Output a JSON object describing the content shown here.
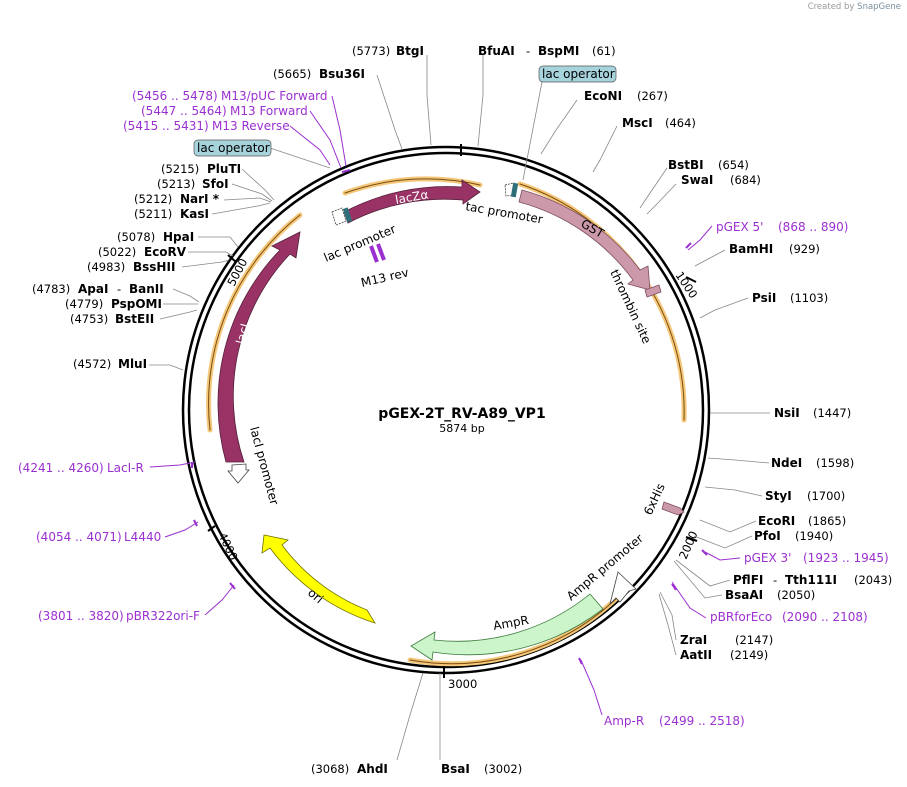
{
  "credit": {
    "prefix": "Created by",
    "brand": "SnapGene"
  },
  "plasmid": {
    "name": "pGEX-2T_RV-A89_VP1",
    "length": "5874 bp"
  },
  "ticks": [
    "1000",
    "2000",
    "3000",
    "4000",
    "5000"
  ],
  "features": {
    "lacZa": "lacZα",
    "lac_promoter": "lac promoter",
    "tac_promoter": "tac promoter",
    "gst": "GST",
    "thrombin": "thrombin site",
    "his": "6xHis",
    "lacI": "lacI",
    "lacI_promoter": "lacI promoter",
    "ori": "ori",
    "ampR": "AmpR",
    "ampR_promoter": "AmpR promoter",
    "m13rev": "M13 rev",
    "lac_operator_1": "lac operator",
    "lac_operator_2": "lac operator"
  },
  "sites": {
    "btgi": {
      "pos": "(5773)",
      "name": "BtgI"
    },
    "bfuai": {
      "name": "BfuAI",
      "sep": "-",
      "name2": "BspMI",
      "pos": "(61)"
    },
    "bsu36i": {
      "pos": "(5665)",
      "name": "Bsu36I"
    },
    "econi": {
      "name": "EcoNI",
      "pos": "(267)"
    },
    "msci": {
      "name": "MscI",
      "pos": "(464)"
    },
    "bstbi": {
      "name": "BstBI",
      "pos": "(654)"
    },
    "swai": {
      "name": "SwaI",
      "pos": "(684)"
    },
    "bamhi": {
      "name": "BamHI",
      "pos": "(929)"
    },
    "psii": {
      "name": "PsiI",
      "pos": "(1103)"
    },
    "nsii": {
      "name": "NsiI",
      "pos": "(1447)"
    },
    "ndei": {
      "name": "NdeI",
      "pos": "(1598)"
    },
    "styi": {
      "name": "StyI",
      "pos": "(1700)"
    },
    "ecori": {
      "name": "EcoRI",
      "pos": "(1865)"
    },
    "pfoi": {
      "name": "PfoI",
      "pos": "(1940)"
    },
    "pflfi": {
      "name": "PflFI",
      "sep": "-",
      "name2": "Tth111I",
      "pos": "(2043)"
    },
    "bsaai": {
      "name": "BsaAI",
      "pos": "(2050)"
    },
    "zrai": {
      "name": "ZraI",
      "pos": "(2147)"
    },
    "aatii": {
      "name": "AatII",
      "pos": "(2149)"
    },
    "bsai": {
      "name": "BsaI",
      "pos": "(3002)"
    },
    "ahdi": {
      "pos": "(3068)",
      "name": "AhdI"
    },
    "mlui": {
      "pos": "(4572)",
      "name": "MluI"
    },
    "apai": {
      "pos": "(4783)",
      "name": "ApaI",
      "sep": "-",
      "name2": "BanII"
    },
    "pspomi": {
      "pos": "(4779)",
      "name": "PspOMI"
    },
    "bsteii": {
      "pos": "(4753)",
      "name": "BstEII"
    },
    "hpai": {
      "pos": "(5078)",
      "name": "HpaI"
    },
    "ecorv": {
      "pos": "(5022)",
      "name": "EcoRV"
    },
    "bsshii": {
      "pos": "(4983)",
      "name": "BssHII"
    },
    "pluti": {
      "pos": "(5215)",
      "name": "PluTI"
    },
    "sfoi": {
      "pos": "(5213)",
      "name": "SfoI"
    },
    "nari": {
      "pos": "(5212)",
      "name": "NarI *"
    },
    "kasi": {
      "pos": "(5211)",
      "name": "KasI"
    }
  },
  "primers": {
    "m13puc": {
      "range": "(5456 .. 5478)",
      "name": "M13/pUC Forward"
    },
    "m13fwd": {
      "range": "(5447 .. 5464)",
      "name": "M13 Forward"
    },
    "m13rev": {
      "range": "(5415 .. 5431)",
      "name": "M13 Reverse"
    },
    "pgex5": {
      "name": "pGEX 5'",
      "range": "(868 .. 890)"
    },
    "pgex3": {
      "name": "pGEX 3'",
      "range": "(1923 .. 1945)"
    },
    "pbrfor": {
      "name": "pBRforEco",
      "range": "(2090 .. 2108)"
    },
    "ampr": {
      "name": "Amp-R",
      "range": "(2499 .. 2518)"
    },
    "laciR": {
      "range": "(4241 .. 4260)",
      "name": "LacI-R"
    },
    "l4440": {
      "range": "(4054 .. 4071)",
      "name": "L4440"
    },
    "pbr322": {
      "range": "(3801 .. 3820)",
      "name": "pBR322ori-F"
    }
  },
  "colors": {
    "backbone": "#000000",
    "orf": "#993366",
    "orf_light": "#cc99aa",
    "ori": "#ffff00",
    "ampR": "#ccf5cc",
    "primer": "#9b30d0",
    "highlight": "#f5c77a",
    "operator": "#a7d3dc"
  }
}
